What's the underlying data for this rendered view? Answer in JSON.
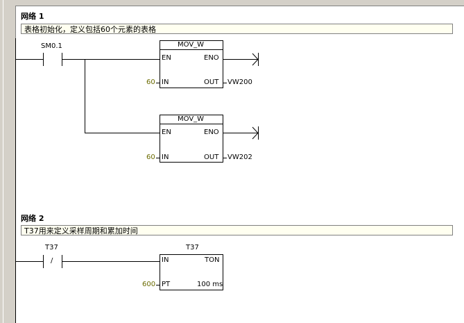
{
  "network1": {
    "title": "网络 1",
    "comment": "表格初始化，定义包括60个元素的表格",
    "contact": "SM0.1",
    "box1": {
      "name": "MOV_W",
      "en": "EN",
      "eno": "ENO",
      "in": "IN",
      "out": "OUT",
      "in_value": "60",
      "out_value": "VW200"
    },
    "box2": {
      "name": "MOV_W",
      "en": "EN",
      "eno": "ENO",
      "in": "IN",
      "out": "OUT",
      "in_value": "60",
      "out_value": "VW202"
    }
  },
  "network2": {
    "title": "网络 2",
    "comment": "T37用来定义采样周期和累加时间",
    "contact": "T37",
    "contact_symbol": "/",
    "timer": {
      "name": "T37",
      "in": "IN",
      "type": "TON",
      "pt": "PT",
      "pt_value": "600",
      "base": "100 ms"
    }
  },
  "colors": {
    "comment_bg": "#fffff0",
    "value_text": "#6b6b00",
    "panel": "#d4d0c8"
  }
}
